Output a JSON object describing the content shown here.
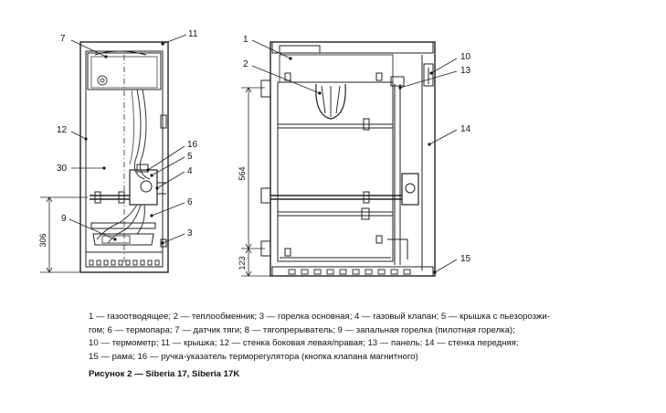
{
  "figure": {
    "left_view_callouts": [
      {
        "id": "7",
        "label": "7"
      },
      {
        "id": "11",
        "label": "11"
      },
      {
        "id": "12",
        "label": "12"
      },
      {
        "id": "30",
        "label": "30"
      },
      {
        "id": "16",
        "label": "16"
      },
      {
        "id": "5",
        "label": "5"
      },
      {
        "id": "4",
        "label": "4"
      },
      {
        "id": "6",
        "label": "6"
      },
      {
        "id": "9",
        "label": "9"
      },
      {
        "id": "3",
        "label": "3"
      }
    ],
    "right_view_callouts": [
      {
        "id": "1",
        "label": "1"
      },
      {
        "id": "2",
        "label": "2"
      },
      {
        "id": "10",
        "label": "10"
      },
      {
        "id": "13",
        "label": "13"
      },
      {
        "id": "14",
        "label": "14"
      },
      {
        "id": "15",
        "label": "15"
      }
    ],
    "dimensions": {
      "left_height": "306",
      "right_upper": "564",
      "right_lower": "123"
    }
  },
  "legend": {
    "lines": [
      "1 — газоотводящее; 2 — теплообменник; 3 — горелка основная; 4 — газовый клапан; 5 — крышка с пьезорозжи-",
      "гом; 6 — термопара; 7 — датчик тяги; 8 — тягопрерыватель; 9 — запальная горелка (пилотная горелка);",
      "10 — термометр; 11 — крышка; 12 — стенка боковая левая/правая; 13 — панель; 14 — стенка передняя;",
      "15 — рама; 16 — ручка-указатель терморегулятора (кнопка клапана магнитного)"
    ]
  },
  "caption": "Рисунок 2 — Siberia 17, Siberia 17K"
}
